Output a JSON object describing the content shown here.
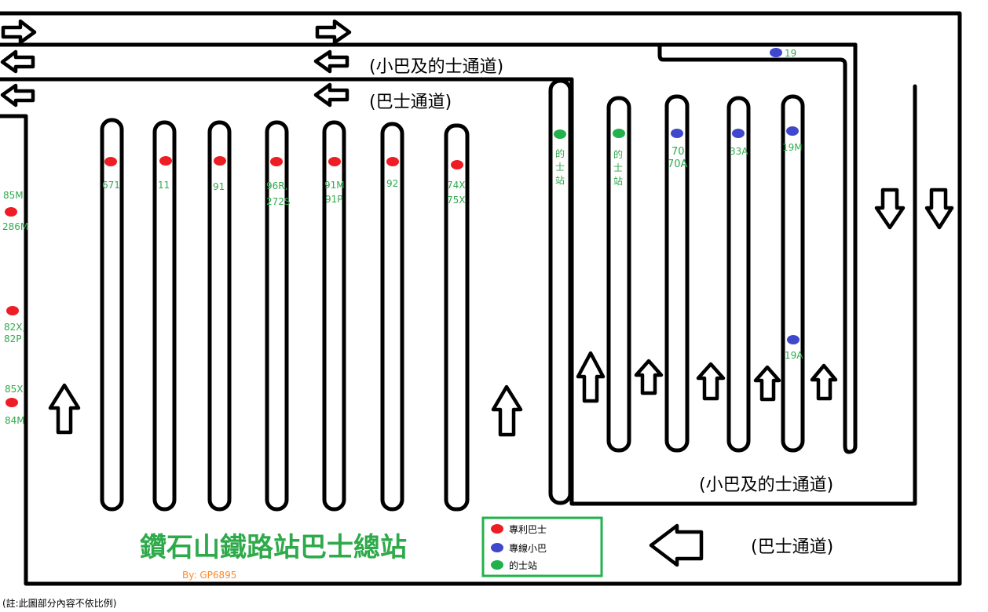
{
  "title": "鑽石山鐵路站巴士總站",
  "author": "By: GP6895",
  "note": "(註:此圖部分內容不依比例)",
  "lanes": {
    "minibus_taxi_top": "(小巴及的士通道)",
    "bus_top": "(巴士通道)",
    "minibus_taxi_bottom": "(小巴及的士通道)",
    "bus_bottom": "(巴士通道)"
  },
  "legend": {
    "franchised_bus": "專利巴士",
    "green_minibus": "專線小巴",
    "taxi_stand": "的士站"
  },
  "colors": {
    "franchised_bus": "#ee1c24",
    "green_minibus": "#3f48cc",
    "taxi_stand": "#22b14c",
    "route_text": "#2eaa4a",
    "legend_border": "#22b14c"
  },
  "stops": {
    "left_1": [
      "85M",
      "286M"
    ],
    "left_2": [
      "82X,",
      "82P"
    ],
    "left_3": [
      "85X",
      "84M"
    ],
    "p1": [
      "671"
    ],
    "p2": [
      "11"
    ],
    "p3": [
      "91"
    ],
    "p4": [
      "96R,",
      "272S"
    ],
    "p5": [
      "91M",
      "91P"
    ],
    "p6": [
      "92"
    ],
    "p7": [
      "74X",
      "75X"
    ],
    "taxi_a": [
      "的",
      "士",
      "站"
    ],
    "taxi_b": [
      "的",
      "士",
      "站"
    ],
    "mb_1": [
      "70",
      "70A"
    ],
    "mb_2": [
      "33A"
    ],
    "mb_3": [
      "19M"
    ],
    "mb_3b": [
      "19A"
    ],
    "mb_top": [
      "19"
    ]
  }
}
